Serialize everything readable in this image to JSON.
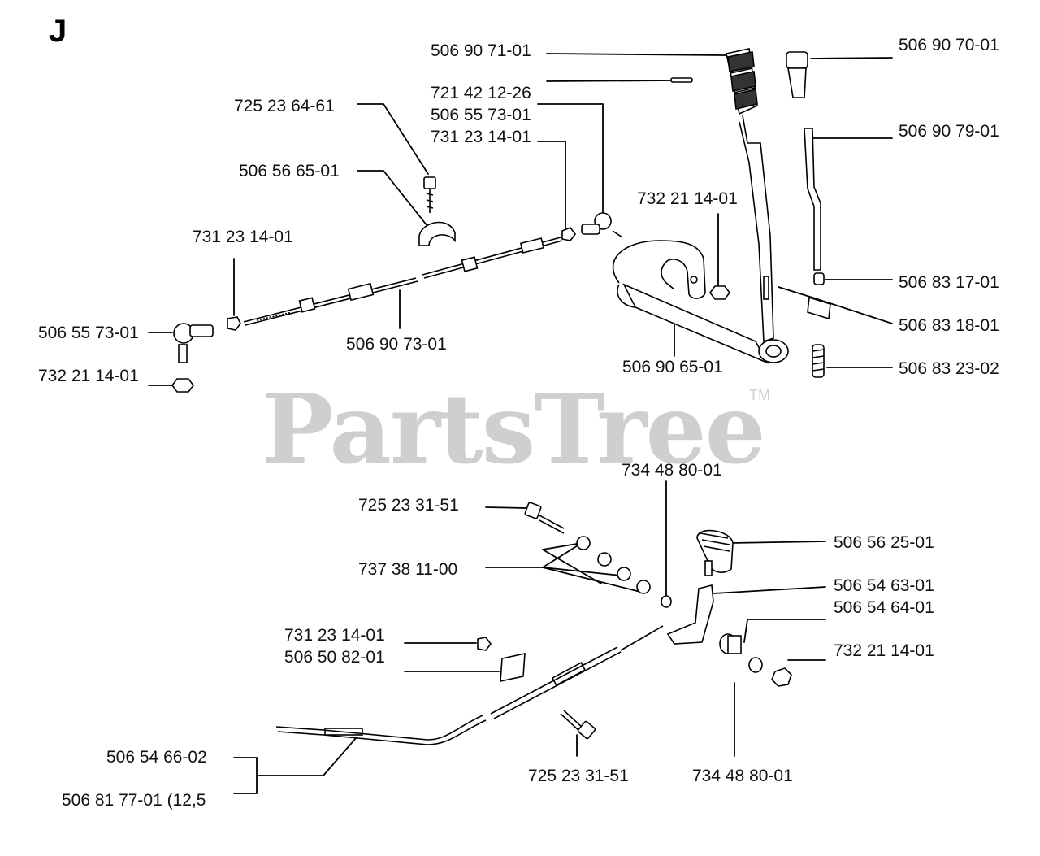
{
  "section_letter": "J",
  "watermark": {
    "text": "PartsTree",
    "tm": "TM"
  },
  "labels": [
    {
      "id": "lbl-506907101",
      "text": "506 90 71-01"
    },
    {
      "id": "lbl-721421226",
      "text": "721 42 12-26"
    },
    {
      "id": "lbl-506557301a",
      "text": "506 55 73-01"
    },
    {
      "id": "lbl-731231401a",
      "text": "731 23 14-01"
    },
    {
      "id": "lbl-725236461",
      "text": "725 23 64-61"
    },
    {
      "id": "lbl-506566501",
      "text": "506 56 65-01"
    },
    {
      "id": "lbl-731231401b",
      "text": "731 23 14-01"
    },
    {
      "id": "lbl-506557301b",
      "text": "506 55 73-01"
    },
    {
      "id": "lbl-732211401a",
      "text": "732 21 14-01"
    },
    {
      "id": "lbl-506907301",
      "text": "506 90 73-01"
    },
    {
      "id": "lbl-732211401b",
      "text": "732 21 14-01"
    },
    {
      "id": "lbl-506906501",
      "text": "506 90 65-01"
    },
    {
      "id": "lbl-506907001",
      "text": "506 90 70-01"
    },
    {
      "id": "lbl-506907901",
      "text": "506 90 79-01"
    },
    {
      "id": "lbl-506831701",
      "text": "506 83 17-01"
    },
    {
      "id": "lbl-506831801",
      "text": "506 83 18-01"
    },
    {
      "id": "lbl-506832302",
      "text": "506 83 23-02"
    },
    {
      "id": "lbl-734488001a",
      "text": "734 48 80-01"
    },
    {
      "id": "lbl-725233151a",
      "text": "725 23 31-51"
    },
    {
      "id": "lbl-737381100",
      "text": "737 38 11-00"
    },
    {
      "id": "lbl-506562501",
      "text": "506 56 25-01"
    },
    {
      "id": "lbl-506546301",
      "text": "506 54 63-01"
    },
    {
      "id": "lbl-506546401",
      "text": "506 54 64-01"
    },
    {
      "id": "lbl-732211401c",
      "text": "732 21 14-01"
    },
    {
      "id": "lbl-731231401c",
      "text": "731 23 14-01"
    },
    {
      "id": "lbl-506508201",
      "text": "506 50 82-01"
    },
    {
      "id": "lbl-506546602",
      "text": "506 54 66-02"
    },
    {
      "id": "lbl-506817701",
      "text": "506 81 77-01 (12,5"
    },
    {
      "id": "lbl-725233151b",
      "text": "725 23 31-51"
    },
    {
      "id": "lbl-734488001b",
      "text": "734 48 80-01"
    }
  ]
}
